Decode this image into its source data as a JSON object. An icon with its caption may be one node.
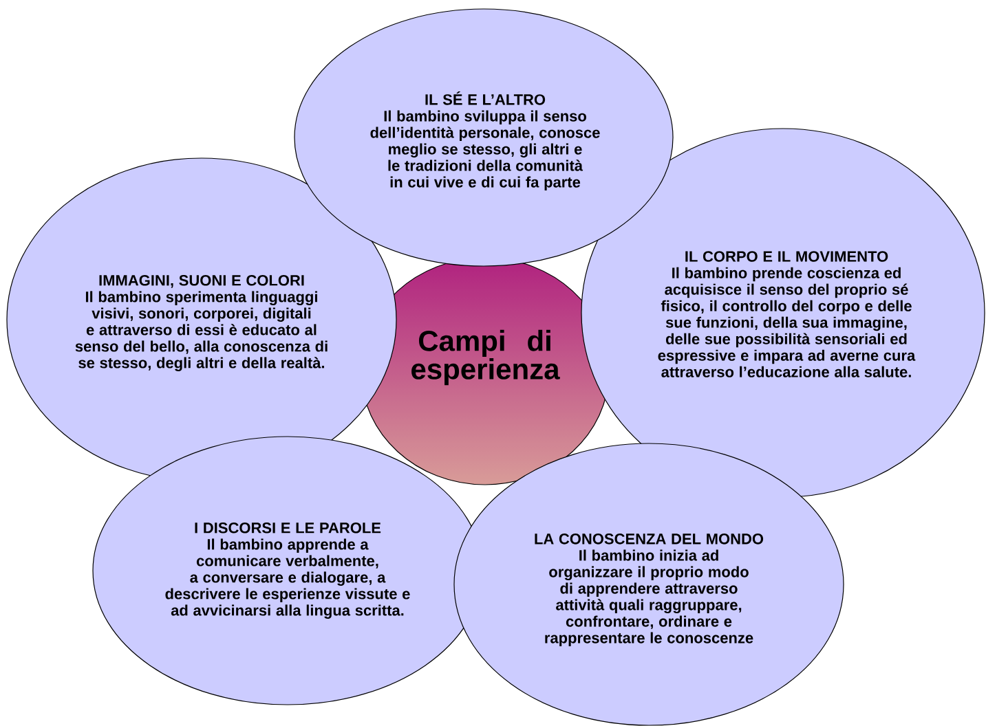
{
  "diagram": {
    "nodes": [
      {
        "text": [
          "IL SÉ E L’ALTRO",
          "Il bambino sviluppa il senso dell’identità personale, conosce meglio se stesso, gli altri e le tradizioni della comunità in cui vive e di cui fa parte"
        ]
      },
      {
        "text": [
          "IMMAGINI, SUONI E COLORI",
          "Il bambino sperimenta linguaggi visivi, sonori, corporei, digitali e attraverso di essi è educato al senso del bello, alla conoscenza di se stesso, degli altri e della realtà."
        ]
      },
      {
        "text": [
          "Campi di esperienza"
        ]
      },
      {
        "text": [
          "IL CORPO E IL MOVIMENTO",
          "Il bambino prende coscienza ed acquisisce il senso del proprio sé fisico, il controllo del corpo e delle sue funzioni, della sua immagine, delle sue possibilità sensoriali ed espressive e impara ad averne cura attraverso l’educazione alla salute."
        ]
      },
      {
        "text": [
          "I DISCORSI E LE PAROLE",
          "Il bambino apprende a comunicare verbalmente, a conversare e dialogare, a descrivere le esperienze vissute e ad avvicinarsi alla lingua scritta."
        ]
      },
      {
        "text": [
          "LA CONOSCENZA DEL MONDO",
          "Il bambino inizia ad organizzare il proprio modo di apprendere attraverso attività quali raggruppare, confrontare, ordinare e rappresentare le conoscenze"
        ]
      }
    ]
  }
}
